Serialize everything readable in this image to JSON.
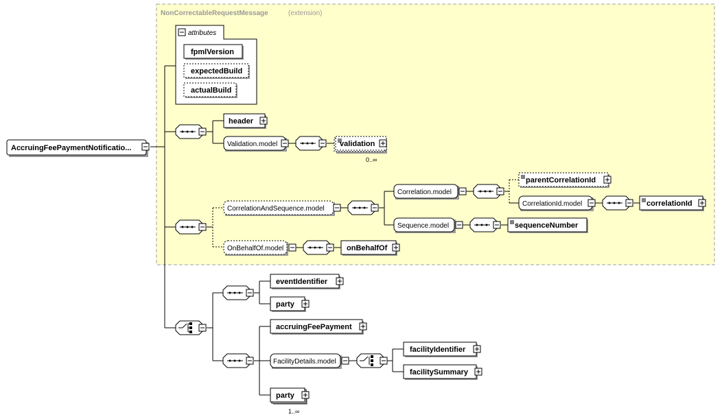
{
  "extension": {
    "title": "NonCorrectableRequestMessage",
    "subtitle": "(extension)"
  },
  "root": {
    "label": "AccruingFeePaymentNotificatio..."
  },
  "attributes": {
    "title": "attributes",
    "items": [
      "fpmlVersion",
      "expectedBuild",
      "actualBuild"
    ]
  },
  "elements": {
    "header": "header",
    "validation_model": "Validation.model",
    "validation": "validation",
    "validation_occurs": "0..∞",
    "correlation_and_sequence_model": "CorrelationAndSequence.model",
    "correlation_model": "Correlation.model",
    "parent_correlation_id": "parentCorrelationId",
    "correlation_id_model": "CorrelationId.model",
    "correlation_id": "correlationId",
    "sequence_model": "Sequence.model",
    "sequence_number": "sequenceNumber",
    "on_behalf_of_model": "OnBehalfOf.model",
    "on_behalf_of": "onBehalfOf",
    "event_identifier": "eventIdentifier",
    "party_1": "party",
    "accruing_fee_payment": "accruingFeePayment",
    "facility_details_model": "FacilityDetails.model",
    "facility_identifier": "facilityIdentifier",
    "facility_summary": "facilitySummary",
    "party_2": "party",
    "party_2_occurs": "1..∞"
  },
  "colors": {
    "extension_fill": "#ffffcc",
    "extension_border": "#a0a0a0",
    "shadow": "#999999"
  }
}
